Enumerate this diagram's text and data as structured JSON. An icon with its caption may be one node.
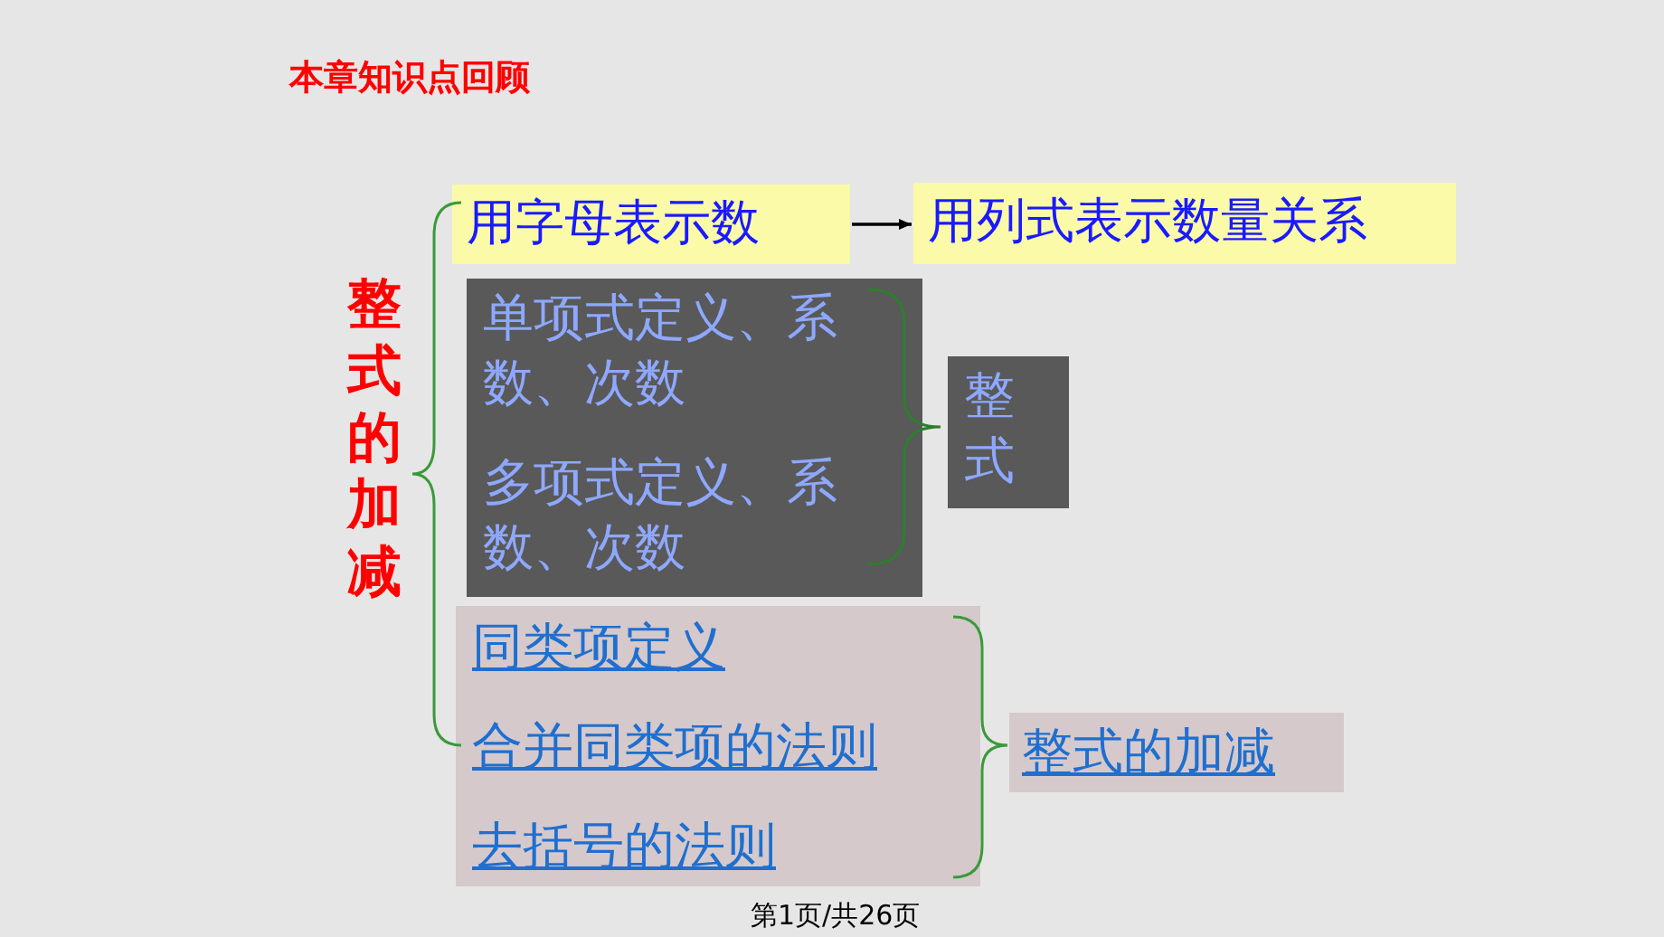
{
  "diagram": {
    "title": "本章知识点回顾",
    "nodes": [
      {
        "text": [
          "整式的加减"
        ]
      },
      {
        "text": [
          "用字母表示数"
        ]
      },
      {
        "text": [
          "用列式表示数量关系"
        ]
      },
      {
        "text": [
          "单项式定义、系数、次数",
          "多项式定义、系数、次数"
        ]
      },
      {
        "text": [
          "整式"
        ]
      },
      {
        "text": [
          "同类项定义",
          "合并同类项的法则",
          "去括号的法则"
        ]
      },
      {
        "text": [
          "整式的加减"
        ]
      }
    ],
    "edges": [
      {
        "from": 1,
        "to": 2,
        "arrow": "to"
      }
    ],
    "labels": [
      "第1页/共26页"
    ]
  }
}
